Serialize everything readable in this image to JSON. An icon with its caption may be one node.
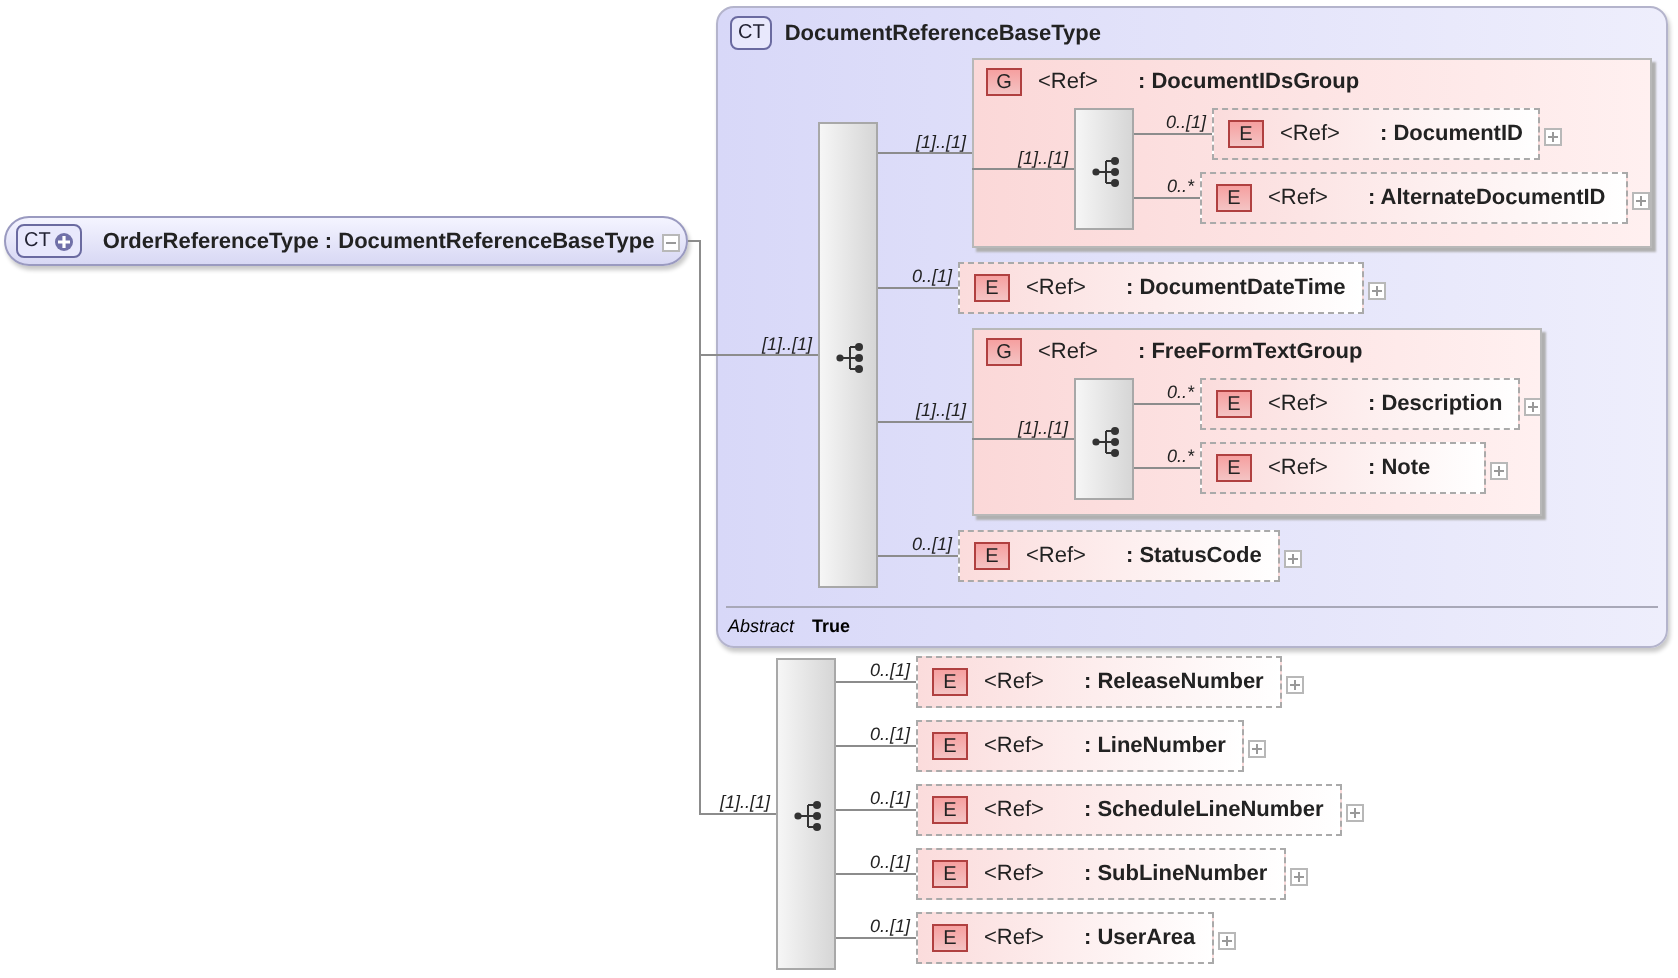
{
  "diagram": {
    "nodes": [
      {
        "text": [
          "CT",
          "OrderReferenceType : DocumentReferenceBaseType"
        ]
      },
      {
        "text": [
          "CT",
          "DocumentReferenceBaseType",
          "Abstract",
          "True"
        ]
      },
      {
        "text": [],
        "shape": "box",
        "in": 1
      },
      {
        "text": [
          "G",
          "<Ref>",
          ": DocumentIDsGroup"
        ],
        "in": 1
      },
      {
        "text": [],
        "shape": "box",
        "in": 3
      },
      {
        "text": [
          "E",
          "<Ref>",
          ": DocumentID"
        ],
        "in": 3
      },
      {
        "text": [
          "E",
          "<Ref>",
          ": AlternateDocumentID"
        ],
        "in": 3
      },
      {
        "text": [
          "E",
          "<Ref>",
          ": DocumentDateTime"
        ],
        "in": 1
      },
      {
        "text": [
          "G",
          "<Ref>",
          ": FreeFormTextGroup"
        ],
        "in": 1
      },
      {
        "text": [],
        "shape": "box",
        "in": 8
      },
      {
        "text": [
          "E",
          "<Ref>",
          ": Description"
        ],
        "in": 8
      },
      {
        "text": [
          "E",
          "<Ref>",
          ": Note"
        ],
        "in": 8
      },
      {
        "text": [
          "E",
          "<Ref>",
          ": StatusCode"
        ],
        "in": 1
      },
      {
        "text": [],
        "shape": "box"
      },
      {
        "text": [
          "E",
          "<Ref>",
          ": ReleaseNumber"
        ]
      },
      {
        "text": [
          "E",
          "<Ref>",
          ": LineNumber"
        ]
      },
      {
        "text": [
          "E",
          "<Ref>",
          ": ScheduleLineNumber"
        ]
      },
      {
        "text": [
          "E",
          "<Ref>",
          ": SubLineNumber"
        ]
      },
      {
        "text": [
          "E",
          "<Ref>",
          ": UserArea"
        ]
      }
    ],
    "edges": [
      {
        "from": 0,
        "to": 2,
        "arrow": "none",
        "label": "[1]..[1]"
      },
      {
        "from": 2,
        "to": 3,
        "arrow": "none",
        "label": "[1]..[1]"
      },
      {
        "from": 3,
        "to": 4,
        "arrow": "none",
        "label": "[1]..[1]"
      },
      {
        "from": 4,
        "to": 5,
        "arrow": "none",
        "label": "0..[1]"
      },
      {
        "from": 4,
        "to": 6,
        "arrow": "none",
        "label": "0..*"
      },
      {
        "from": 2,
        "to": 7,
        "arrow": "none",
        "label": "0..[1]"
      },
      {
        "from": 2,
        "to": 8,
        "arrow": "none",
        "label": "[1]..[1]"
      },
      {
        "from": 8,
        "to": 9,
        "arrow": "none",
        "label": "[1]..[1]"
      },
      {
        "from": 9,
        "to": 10,
        "arrow": "none",
        "label": "0..*"
      },
      {
        "from": 9,
        "to": 11,
        "arrow": "none",
        "label": "0..*"
      },
      {
        "from": 2,
        "to": 12,
        "arrow": "none",
        "label": "0..[1]"
      },
      {
        "from": 0,
        "to": 13,
        "arrow": "none",
        "label": "[1]..[1]"
      },
      {
        "from": 13,
        "to": 14,
        "arrow": "none",
        "label": "0..[1]"
      },
      {
        "from": 13,
        "to": 15,
        "arrow": "none",
        "label": "0..[1]"
      },
      {
        "from": 13,
        "to": 16,
        "arrow": "none",
        "label": "0..[1]"
      },
      {
        "from": 13,
        "to": 17,
        "arrow": "none",
        "label": "0..[1]"
      },
      {
        "from": 13,
        "to": 18,
        "arrow": "none",
        "label": "0..[1]"
      }
    ]
  }
}
